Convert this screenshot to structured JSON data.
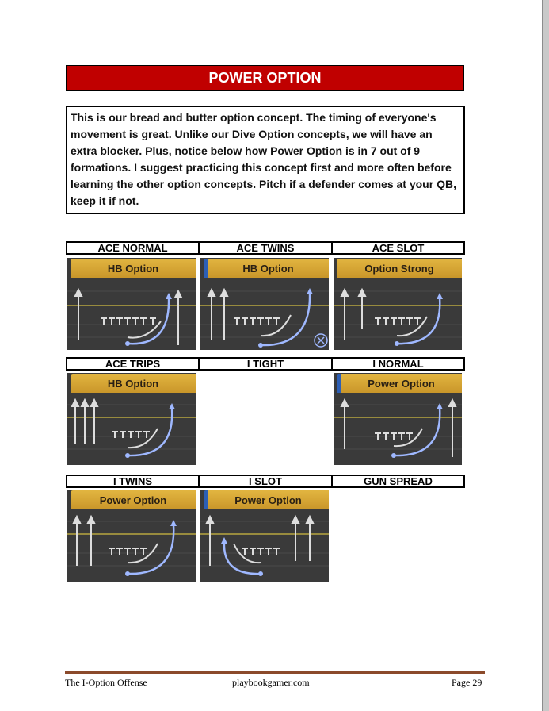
{
  "title": "POWER OPTION",
  "intro": "This is our bread and butter option concept. The timing of everyone's movement is great. Unlike our Dive Option concepts, we will have an extra blocker. Plus, notice below how Power Option is in 7 out of 9 formations. I suggest practicing this concept first and more often before learning the other option concepts. Pitch if a defender comes at your QB, keep it if not.",
  "formations": [
    {
      "name": "ACE NORMAL",
      "play": "HB Option"
    },
    {
      "name": "ACE TWINS",
      "play": "HB Option"
    },
    {
      "name": "ACE SLOT",
      "play": "Option Strong"
    },
    {
      "name": "ACE TRIPS",
      "play": "HB Option"
    },
    {
      "name": "I TIGHT",
      "play": ""
    },
    {
      "name": "I NORMAL",
      "play": "Power Option"
    },
    {
      "name": "I TWINS",
      "play": "Power Option"
    },
    {
      "name": "I SLOT",
      "play": "Power Option"
    },
    {
      "name": "GUN SPREAD",
      "play": ""
    }
  ],
  "footer": {
    "left": "The I-Option Offense",
    "center": "playbookgamer.com",
    "right": "Page 29"
  },
  "colors": {
    "title_bg": "#c00000",
    "footer_rule": "#8b4a2b",
    "play_banner": "#d4a437",
    "route_blue": "#9fb8ff"
  }
}
